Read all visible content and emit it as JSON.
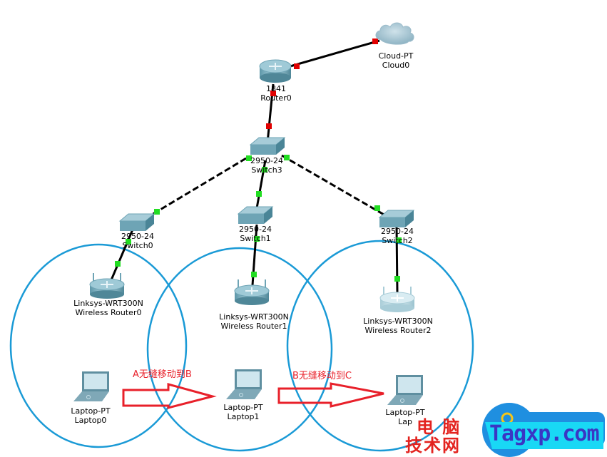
{
  "diagram": {
    "title": "Wireless roaming topology (Packet Tracer)",
    "colors": {
      "link": "#000000",
      "port_down": "#e00000",
      "port_up": "#22dd22",
      "coverage": "#1a9ad6",
      "arrow": "#e8202a",
      "device": "#5f9fb3"
    },
    "devices": {
      "cloud": {
        "model": "Cloud-PT",
        "name": "Cloud0"
      },
      "router": {
        "model": "1841",
        "name": "Router0"
      },
      "switch3": {
        "model": "2950-24",
        "name": "Switch3"
      },
      "switch0": {
        "model": "2950-24",
        "name": "Switch0"
      },
      "switch1": {
        "model": "2950-24",
        "name": "Switch1"
      },
      "switch2": {
        "model": "2950-24",
        "name": "Switch2"
      },
      "wr0": {
        "model": "Linksys-WRT300N",
        "name": "Wireless Router0"
      },
      "wr1": {
        "model": "Linksys-WRT300N",
        "name": "Wireless Router1"
      },
      "wr2": {
        "model": "Linksys-WRT300N",
        "name": "Wireless Router2"
      },
      "laptop0": {
        "model": "Laptop-PT",
        "name": "Laptop0"
      },
      "laptop1": {
        "model": "Laptop-PT",
        "name": "Laptop1"
      },
      "laptop2": {
        "model": "Laptop-PT",
        "name": "Lap"
      }
    },
    "links": [
      {
        "from": "Router0",
        "to": "Cloud0",
        "style": "solid",
        "status": "down"
      },
      {
        "from": "Router0",
        "to": "Switch3",
        "style": "solid",
        "status": "down"
      },
      {
        "from": "Switch3",
        "to": "Switch0",
        "style": "dashed",
        "status": "up"
      },
      {
        "from": "Switch3",
        "to": "Switch1",
        "style": "solid",
        "status": "up"
      },
      {
        "from": "Switch3",
        "to": "Switch2",
        "style": "dashed",
        "status": "up"
      },
      {
        "from": "Switch0",
        "to": "Wireless Router0",
        "style": "solid",
        "status": "up"
      },
      {
        "from": "Switch1",
        "to": "Wireless Router1",
        "style": "solid",
        "status": "up"
      },
      {
        "from": "Switch2",
        "to": "Wireless Router2",
        "style": "solid",
        "status": "up"
      }
    ],
    "annotations": {
      "move_a_to_b": "A无缝移动到B",
      "move_b_to_c": "B无缝移动到C"
    }
  },
  "watermark": {
    "cn_line1": "电 脑",
    "cn_line2": "技术网",
    "logo_text": "Tagxp.com"
  }
}
